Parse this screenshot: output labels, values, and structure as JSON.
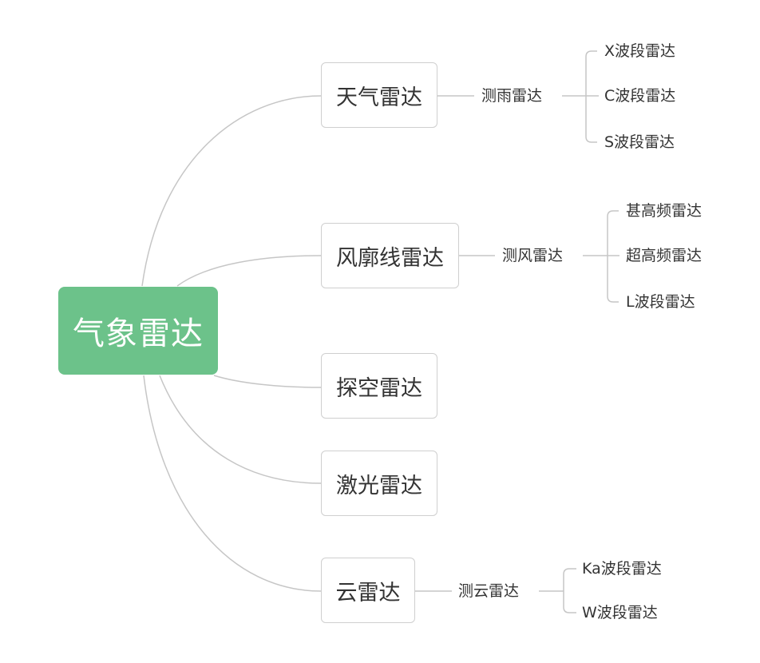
{
  "root": {
    "label": "气象雷达",
    "color": "#6cc28a"
  },
  "branches": [
    {
      "label": "天气雷达",
      "method": "测雨雷达",
      "bands": [
        "X波段雷达",
        "C波段雷达",
        "S波段雷达"
      ]
    },
    {
      "label": "风廓线雷达",
      "method": "测风雷达",
      "bands": [
        "甚高频雷达",
        "超高频雷达",
        "L波段雷达"
      ]
    },
    {
      "label": "探空雷达"
    },
    {
      "label": "激光雷达"
    },
    {
      "label": "云雷达",
      "method": "测云雷达",
      "bands": [
        "Ka波段雷达",
        "W波段雷达"
      ]
    }
  ]
}
